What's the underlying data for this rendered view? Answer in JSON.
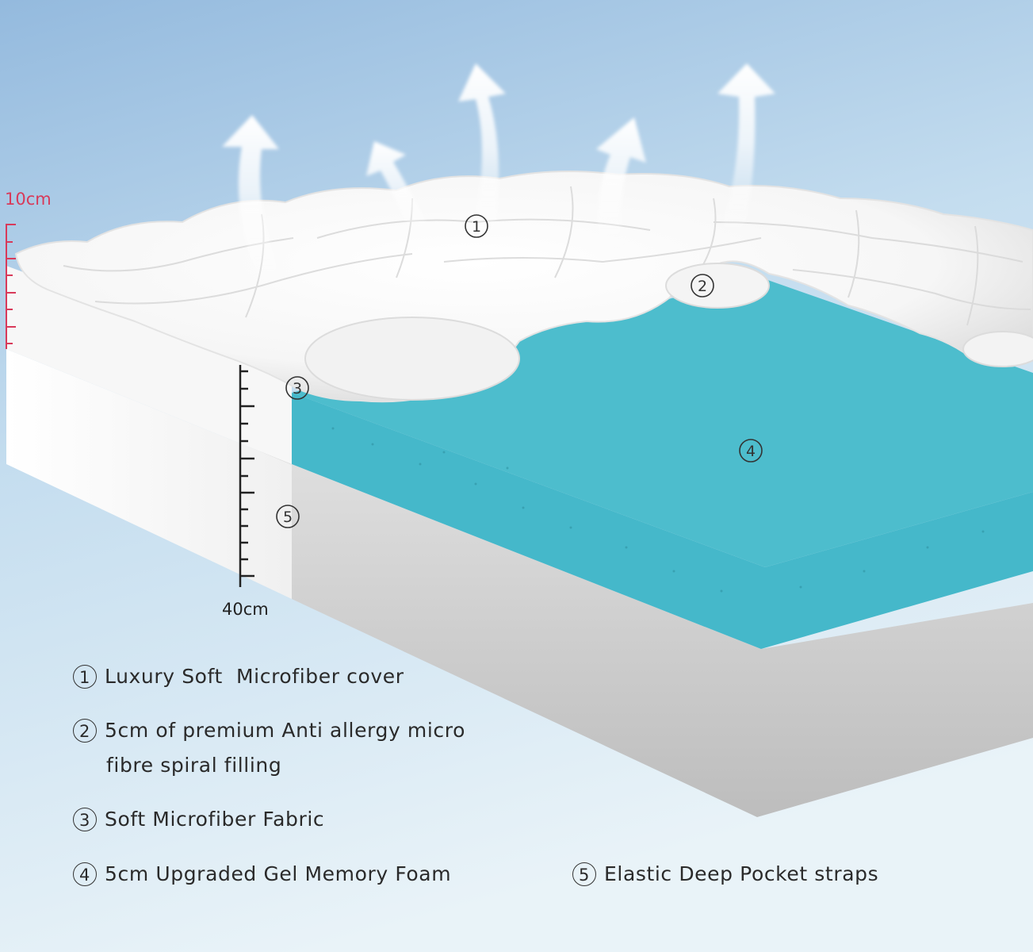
{
  "dimensions": {
    "top_label": "10cm",
    "side_label": "40cm"
  },
  "markers": [
    "1",
    "2",
    "3",
    "4",
    "5"
  ],
  "legend": [
    {
      "num": "1",
      "text": "Luxury Soft  Microfiber cover"
    },
    {
      "num": "2",
      "text": "5cm of premium Anti allergy micro",
      "text2": "fibre spiral filling"
    },
    {
      "num": "3",
      "text": "Soft Microfiber Fabric"
    },
    {
      "num": "4",
      "text": "5cm Upgraded Gel Memory Foam"
    },
    {
      "num": "5",
      "text": "Elastic Deep Pocket straps"
    }
  ],
  "colors": {
    "sky_top": "#9cc0e2",
    "sky_bottom": "#e6f2f8",
    "gel_foam": "#4cbccd",
    "base_side": "#c9c9c9",
    "cover": "#ffffff",
    "ruler_accent": "#d83a5a"
  }
}
